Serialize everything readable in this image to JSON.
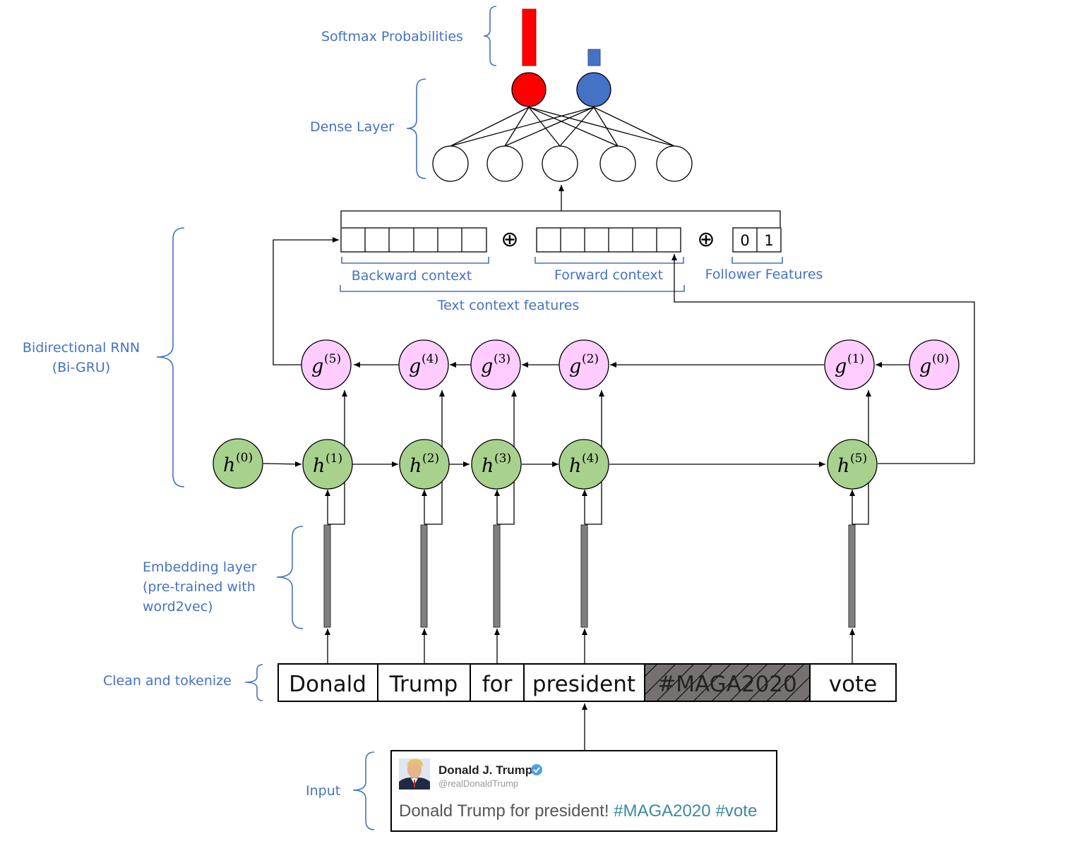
{
  "labels": {
    "softmax": "Softmax Probabilities",
    "dense": "Dense Layer",
    "birnn_line1": "Bidirectional RNN",
    "birnn_line2": "(Bi-GRU)",
    "embedding_line1": "Embedding layer",
    "embedding_line2": "(pre-trained with",
    "embedding_line3": "word2vec)",
    "clean": "Clean and tokenize",
    "input": "Input",
    "backward_context": "Backward context",
    "forward_context": "Forward context",
    "follower_features": "Follower Features",
    "text_context_features": "Text context features"
  },
  "follower_values": [
    "0",
    "1"
  ],
  "concat_symbol": "⊕",
  "tokens": [
    "Donald",
    "Trump",
    "for",
    "president",
    "#MAGA2020",
    "vote"
  ],
  "masked_token_index": 4,
  "forward_states": [
    {
      "base": "h",
      "sup": "(0)"
    },
    {
      "base": "h",
      "sup": "(1)"
    },
    {
      "base": "h",
      "sup": "(2)"
    },
    {
      "base": "h",
      "sup": "(3)"
    },
    {
      "base": "h",
      "sup": "(4)"
    },
    {
      "base": "h",
      "sup": "(5)"
    }
  ],
  "backward_states": [
    {
      "base": "g",
      "sup": "(5)"
    },
    {
      "base": "g",
      "sup": "(4)"
    },
    {
      "base": "g",
      "sup": "(3)"
    },
    {
      "base": "g",
      "sup": "(2)"
    },
    {
      "base": "g",
      "sup": "(1)"
    },
    {
      "base": "g",
      "sup": "(0)"
    }
  ],
  "tweet": {
    "name": "Donald J. Trump",
    "handle": "@realDonaldTrump",
    "text": "Donald Trump for president! ",
    "hashtag1": "#MAGA2020",
    "hashtag2": "#vote"
  },
  "colors": {
    "label": "#4472c4",
    "class_a": "#ff0000",
    "class_b": "#4472c4",
    "forward_node": "#a9d18e",
    "backward_node": "#ffccff",
    "embedding_bar": "#808080",
    "masked_token": "#767171"
  },
  "icons": [
    "verified-badge-icon",
    "profile-photo-icon"
  ]
}
